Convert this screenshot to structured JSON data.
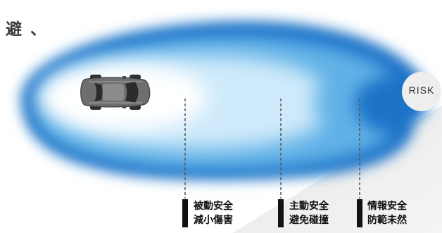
{
  "heading": "避 、",
  "risk": "RISK",
  "zones": [
    {
      "line1": "被動安全",
      "line2": "減小傷害"
    },
    {
      "line1": "主動安全",
      "line2": "避免碰撞"
    },
    {
      "line1": "情報安全",
      "line2": "防範未然"
    }
  ],
  "colors": {
    "blue_deep": "#1e73c8",
    "blue_mid": "#6ab7ea",
    "blue_light": "#cfeafa",
    "core": "#ffffff",
    "car_body": "#6d6e70",
    "risk_circle": "#eeeeee"
  },
  "icons": {
    "vehicle": "car-top-view-icon"
  }
}
